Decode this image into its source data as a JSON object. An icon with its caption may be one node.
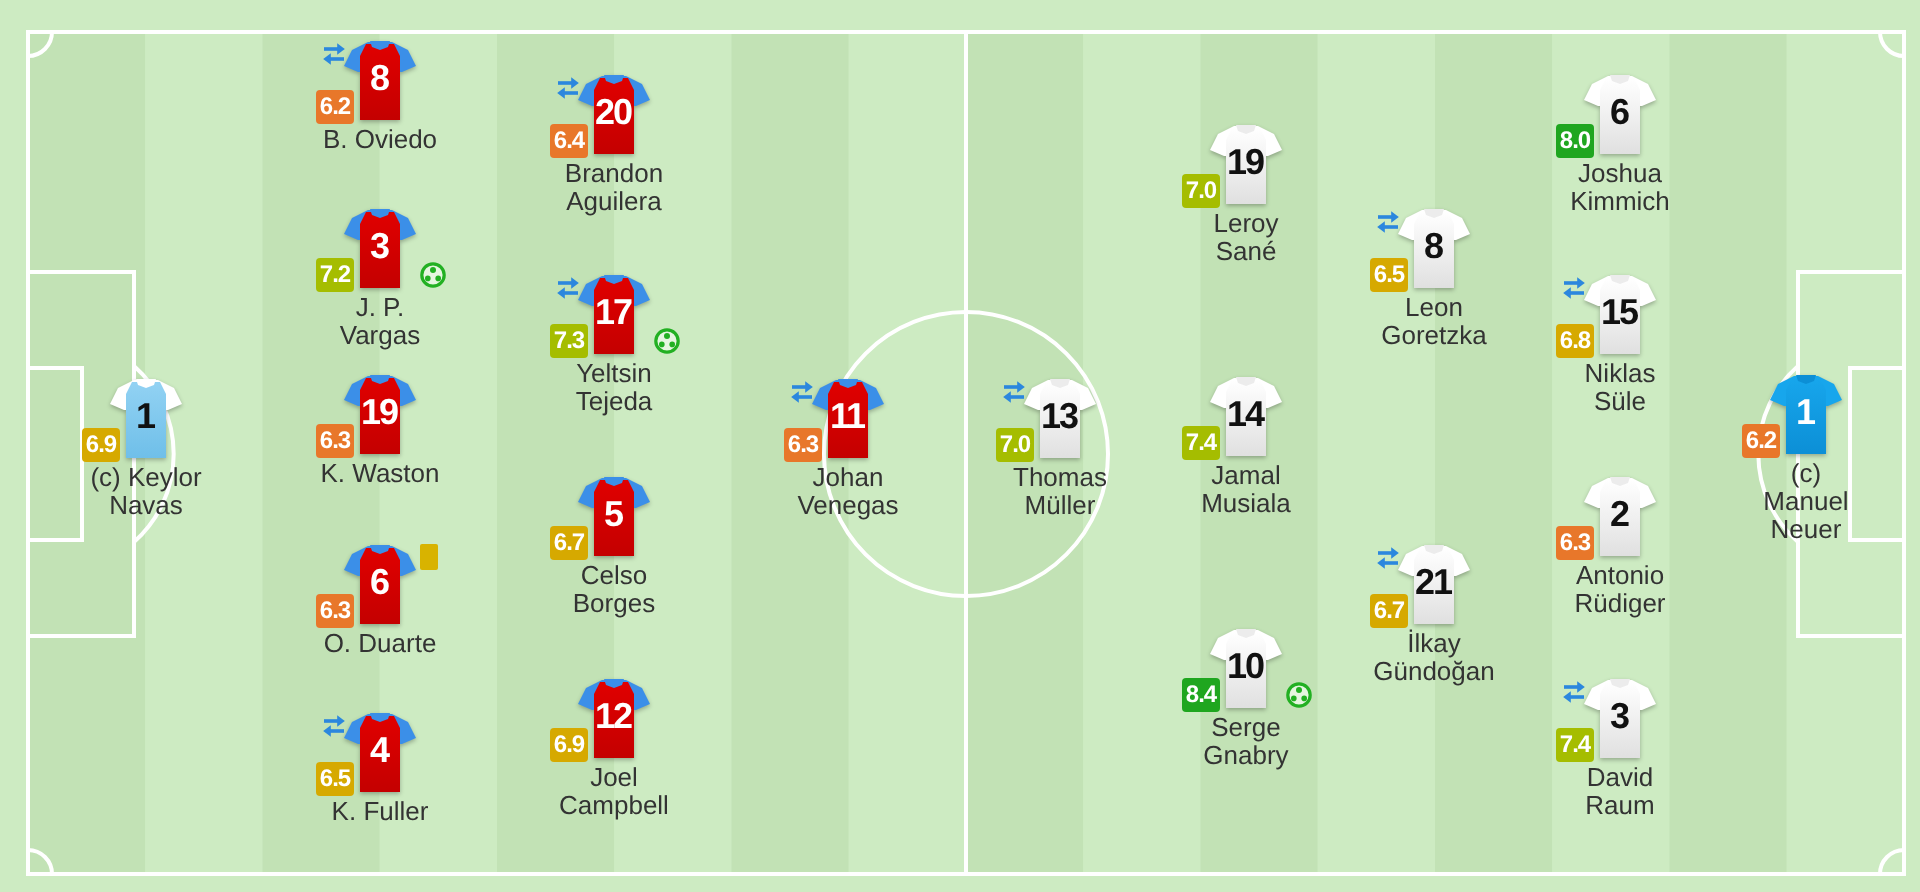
{
  "diagram": {
    "nodes": [
      {
        "text": [
          "1"
        ],
        "beside": [
          "6.9",
          "(c) Keylor Navas"
        ]
      },
      {
        "text": [
          "8"
        ],
        "beside": [
          "6.2",
          "B. Oviedo"
        ]
      },
      {
        "text": [
          "3"
        ],
        "beside": [
          "7.2",
          "J. P. Vargas"
        ]
      },
      {
        "text": [
          "19"
        ],
        "beside": [
          "6.3",
          "K. Waston"
        ]
      },
      {
        "text": [
          "6"
        ],
        "beside": [
          "6.3",
          "O. Duarte"
        ]
      },
      {
        "text": [
          "4"
        ],
        "beside": [
          "6.5",
          "K. Fuller"
        ]
      },
      {
        "text": [
          "20"
        ],
        "beside": [
          "6.4",
          "Brandon Aguilera"
        ]
      },
      {
        "text": [
          "17"
        ],
        "beside": [
          "7.3",
          "Yeltsin Tejeda"
        ]
      },
      {
        "text": [
          "5"
        ],
        "beside": [
          "6.7",
          "Celso Borges"
        ]
      },
      {
        "text": [
          "12"
        ],
        "beside": [
          "6.9",
          "Joel Campbell"
        ]
      },
      {
        "text": [
          "11"
        ],
        "beside": [
          "6.3",
          "Johan Venegas"
        ]
      },
      {
        "text": [
          "13"
        ],
        "beside": [
          "7.0",
          "Thomas Müller"
        ]
      },
      {
        "text": [
          "19"
        ],
        "beside": [
          "7.0",
          "Leroy Sané"
        ]
      },
      {
        "text": [
          "14"
        ],
        "beside": [
          "7.4",
          "Jamal Musiala"
        ]
      },
      {
        "text": [
          "10"
        ],
        "beside": [
          "8.4",
          "Serge Gnabry"
        ]
      },
      {
        "text": [
          "8"
        ],
        "beside": [
          "6.5",
          "Leon Goretzka"
        ]
      },
      {
        "text": [
          "21"
        ],
        "beside": [
          "6.7",
          "İlkay Gündoğan"
        ]
      },
      {
        "text": [
          "6"
        ],
        "beside": [
          "8.0",
          "Joshua Kimmich"
        ]
      },
      {
        "text": [
          "15"
        ],
        "beside": [
          "6.8",
          "Niklas Süle"
        ]
      },
      {
        "text": [
          "2"
        ],
        "beside": [
          "6.3",
          "Antonio Rüdiger"
        ]
      },
      {
        "text": [
          "3"
        ],
        "beside": [
          "7.4",
          "David Raum"
        ]
      },
      {
        "text": [
          "1"
        ],
        "beside": [
          "6.2",
          "(c) Manuel Neuer"
        ]
      }
    ]
  }
}
